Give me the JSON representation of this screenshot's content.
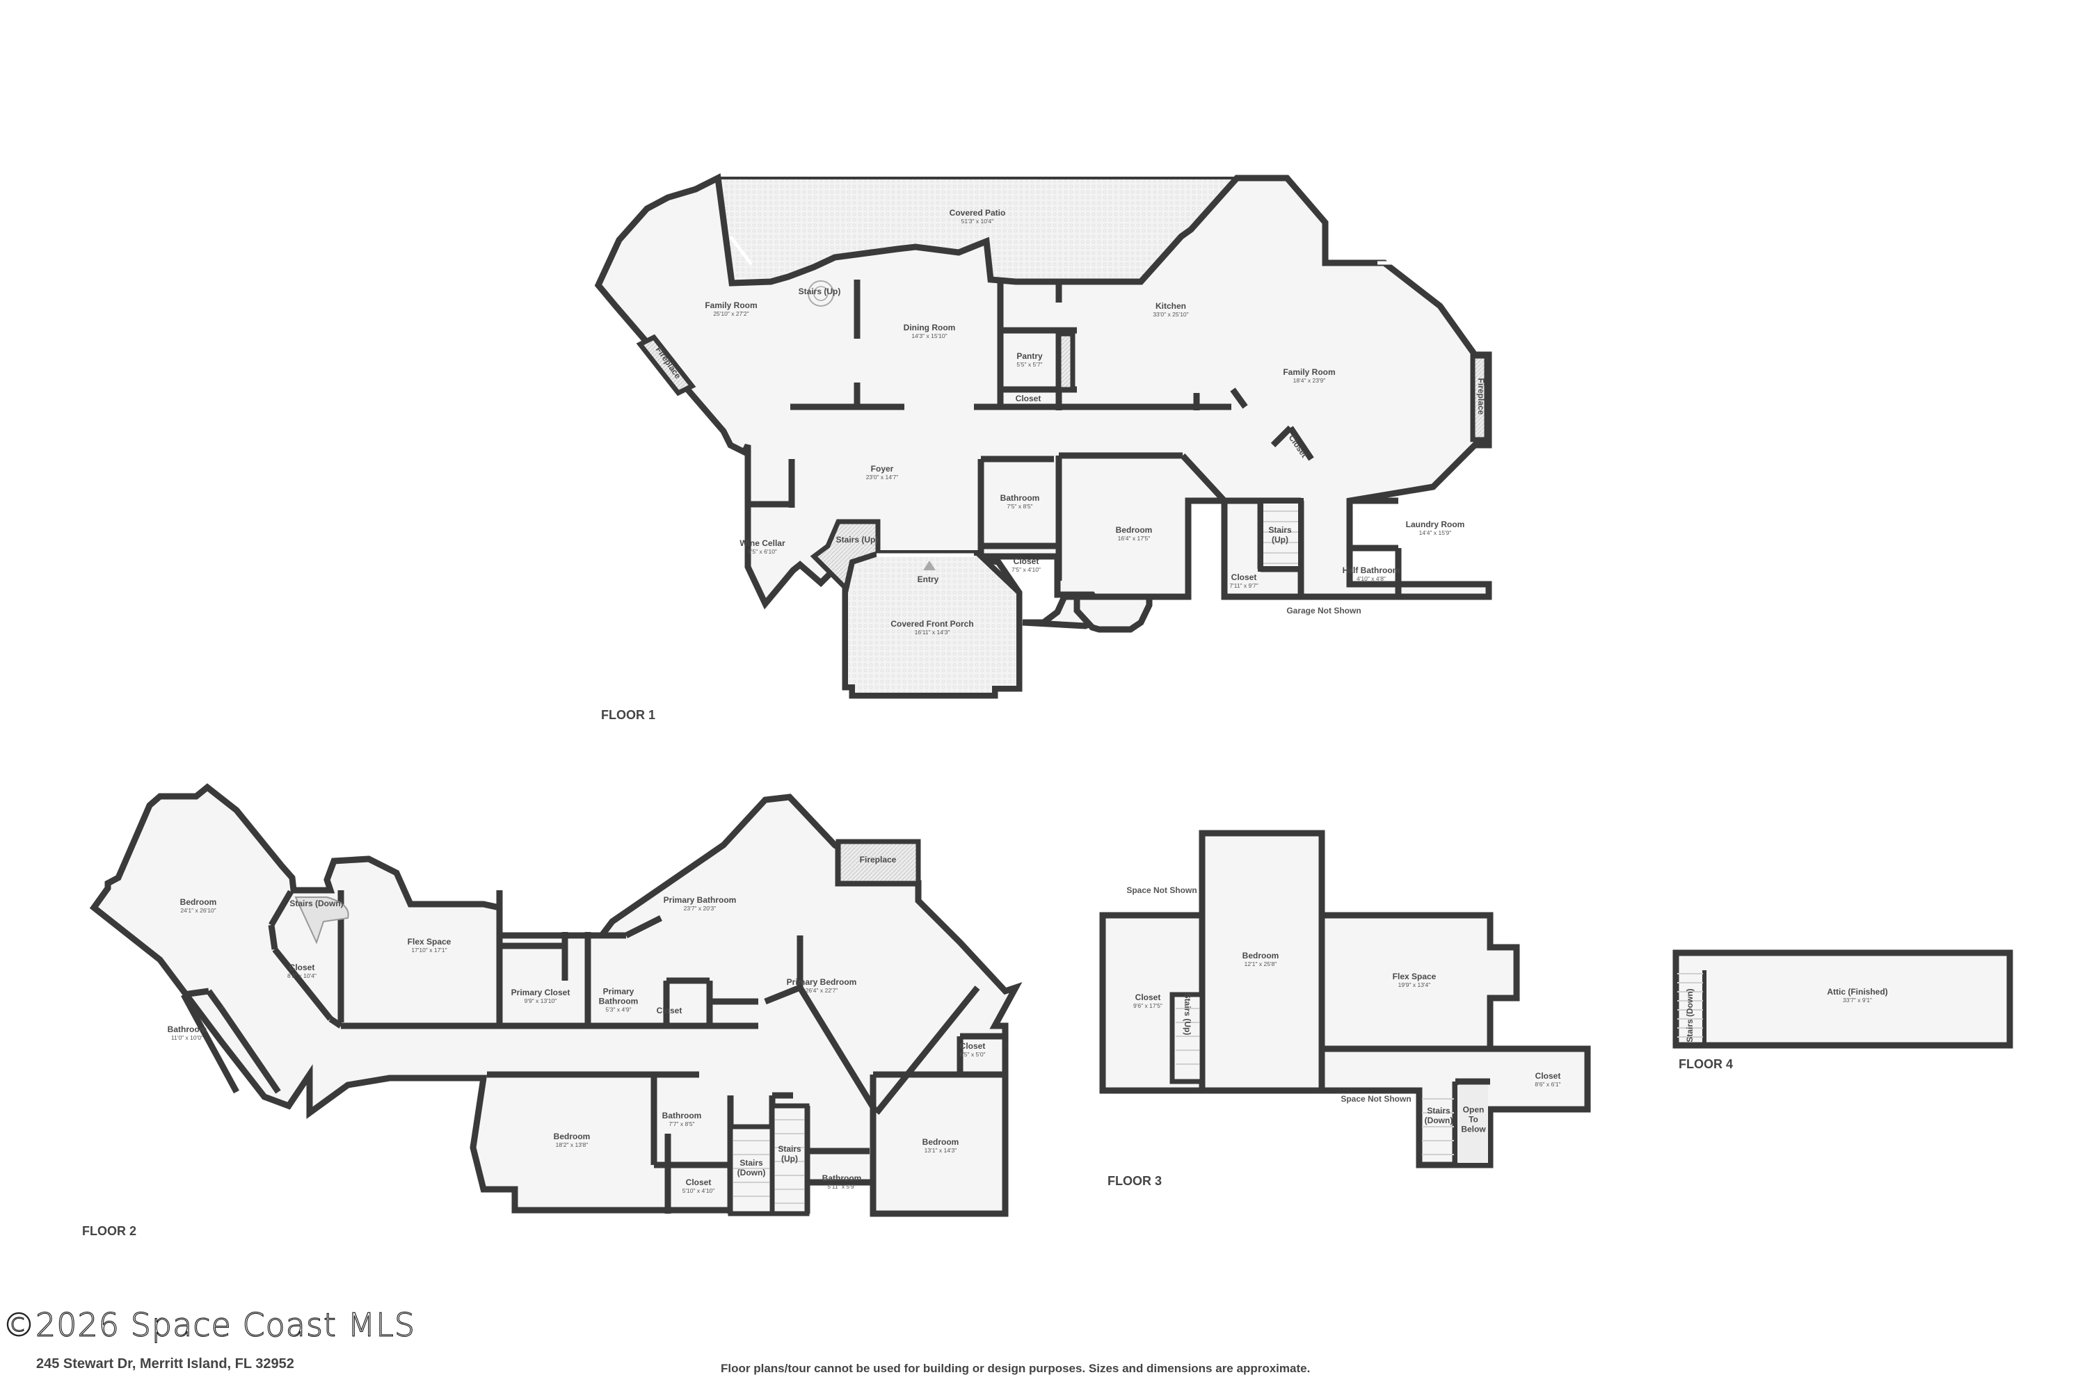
{
  "floors": [
    {
      "label": "FLOOR 1",
      "rooms": [
        {
          "name": "Covered Patio",
          "dims": "51'3\" x 10'4\""
        },
        {
          "name": "Family Room",
          "dims": "25'10\" x 27'2\""
        },
        {
          "name": "Stairs (Up)",
          "dims": ""
        },
        {
          "name": "Dining Room",
          "dims": "14'3\" x 15'10\""
        },
        {
          "name": "Kitchen",
          "dims": "33'0\" x 25'10\""
        },
        {
          "name": "Pantry",
          "dims": "5'5\" x 5'7\""
        },
        {
          "name": "Closet",
          "dims": ""
        },
        {
          "name": "Family Room",
          "dims": "18'4\" x 23'9\""
        },
        {
          "name": "Fireplace",
          "dims": ""
        },
        {
          "name": "Fireplace",
          "dims": ""
        },
        {
          "name": "Closet",
          "dims": ""
        },
        {
          "name": "Foyer",
          "dims": "23'0\" x 14'7\""
        },
        {
          "name": "Bathroom",
          "dims": "7'5\" x 8'5\""
        },
        {
          "name": "Bedroom",
          "dims": "16'4\" x 17'5\""
        },
        {
          "name": "Wine Cellar",
          "dims": "5'5\" x 6'10\""
        },
        {
          "name": "Stairs (Up)",
          "dims": ""
        },
        {
          "name": "Closet",
          "dims": "7'5\" x 4'10\""
        },
        {
          "name": "Entry",
          "dims": ""
        },
        {
          "name": "Covered Front Porch",
          "dims": "16'11\" x 14'3\""
        },
        {
          "name": "Stairs",
          "dims": "(Up)"
        },
        {
          "name": "Closet",
          "dims": "7'11\" x 9'7\""
        },
        {
          "name": "Half Bathroom",
          "dims": "4'10\" x 4'8\""
        },
        {
          "name": "Laundry Room",
          "dims": "14'4\" x 15'9\""
        }
      ],
      "notes": [
        "Garage Not Shown"
      ]
    },
    {
      "label": "FLOOR 2",
      "rooms": [
        {
          "name": "Bedroom",
          "dims": "24'1\" x 26'10\""
        },
        {
          "name": "Stairs (Down)",
          "dims": ""
        },
        {
          "name": "Closet",
          "dims": "8'3\" x 10'4\""
        },
        {
          "name": "Bathroom",
          "dims": "11'0\" x 10'0\""
        },
        {
          "name": "Flex Space",
          "dims": "17'10\" x 17'1\""
        },
        {
          "name": "Primary Closet",
          "dims": "9'9\" x 13'10\""
        },
        {
          "name": "Primary Bathroom",
          "dims": "23'7\" x 20'3\""
        },
        {
          "name": "Primary Bathroom",
          "dims": "5'3\" x 4'9\""
        },
        {
          "name": "Closet",
          "dims": ""
        },
        {
          "name": "Fireplace",
          "dims": ""
        },
        {
          "name": "Primary Bedroom",
          "dims": "26'4\" x 22'7\""
        },
        {
          "name": "Closet",
          "dims": "8'5\" x 5'0\""
        },
        {
          "name": "Bedroom",
          "dims": "18'2\" x 13'8\""
        },
        {
          "name": "Bathroom",
          "dims": "7'7\" x 8'5\""
        },
        {
          "name": "Closet",
          "dims": "5'10\" x 4'10\""
        },
        {
          "name": "Stairs (Down)",
          "dims": ""
        },
        {
          "name": "Stairs (Up)",
          "dims": ""
        },
        {
          "name": "Bathroom",
          "dims": "5'11\" x 5'9\""
        },
        {
          "name": "Bedroom",
          "dims": "13'1\" x 14'3\""
        }
      ]
    },
    {
      "label": "FLOOR 3",
      "rooms": [
        {
          "name": "Closet",
          "dims": "9'6\" x 17'5\""
        },
        {
          "name": "Stairs (Up)",
          "dims": ""
        },
        {
          "name": "Bedroom",
          "dims": "12'1\" x 25'8\""
        },
        {
          "name": "Flex Space",
          "dims": "19'9\" x 13'4\""
        },
        {
          "name": "Closet",
          "dims": "8'6\" x 6'1\""
        },
        {
          "name": "Stairs (Down)",
          "dims": ""
        },
        {
          "name": "Open To Below",
          "dims": ""
        }
      ],
      "notes": [
        "Space Not Shown",
        "Space Not Shown"
      ]
    },
    {
      "label": "FLOOR 4",
      "rooms": [
        {
          "name": "Attic (Finished)",
          "dims": "33'7\" x 9'1\""
        },
        {
          "name": "Stairs (Down)",
          "dims": ""
        }
      ]
    }
  ],
  "footer": {
    "watermark": "©2026 Space Coast MLS",
    "address": "245 Stewart Dr, Merritt Island, FL 32952",
    "disclaimer": "Floor plans/tour cannot be used for building or design purposes. Sizes and dimensions are approximate."
  },
  "colors": {
    "wall": "#3a3a3a",
    "floor": "#f5f5f5",
    "background": "#ffffff",
    "text": "#444444"
  }
}
